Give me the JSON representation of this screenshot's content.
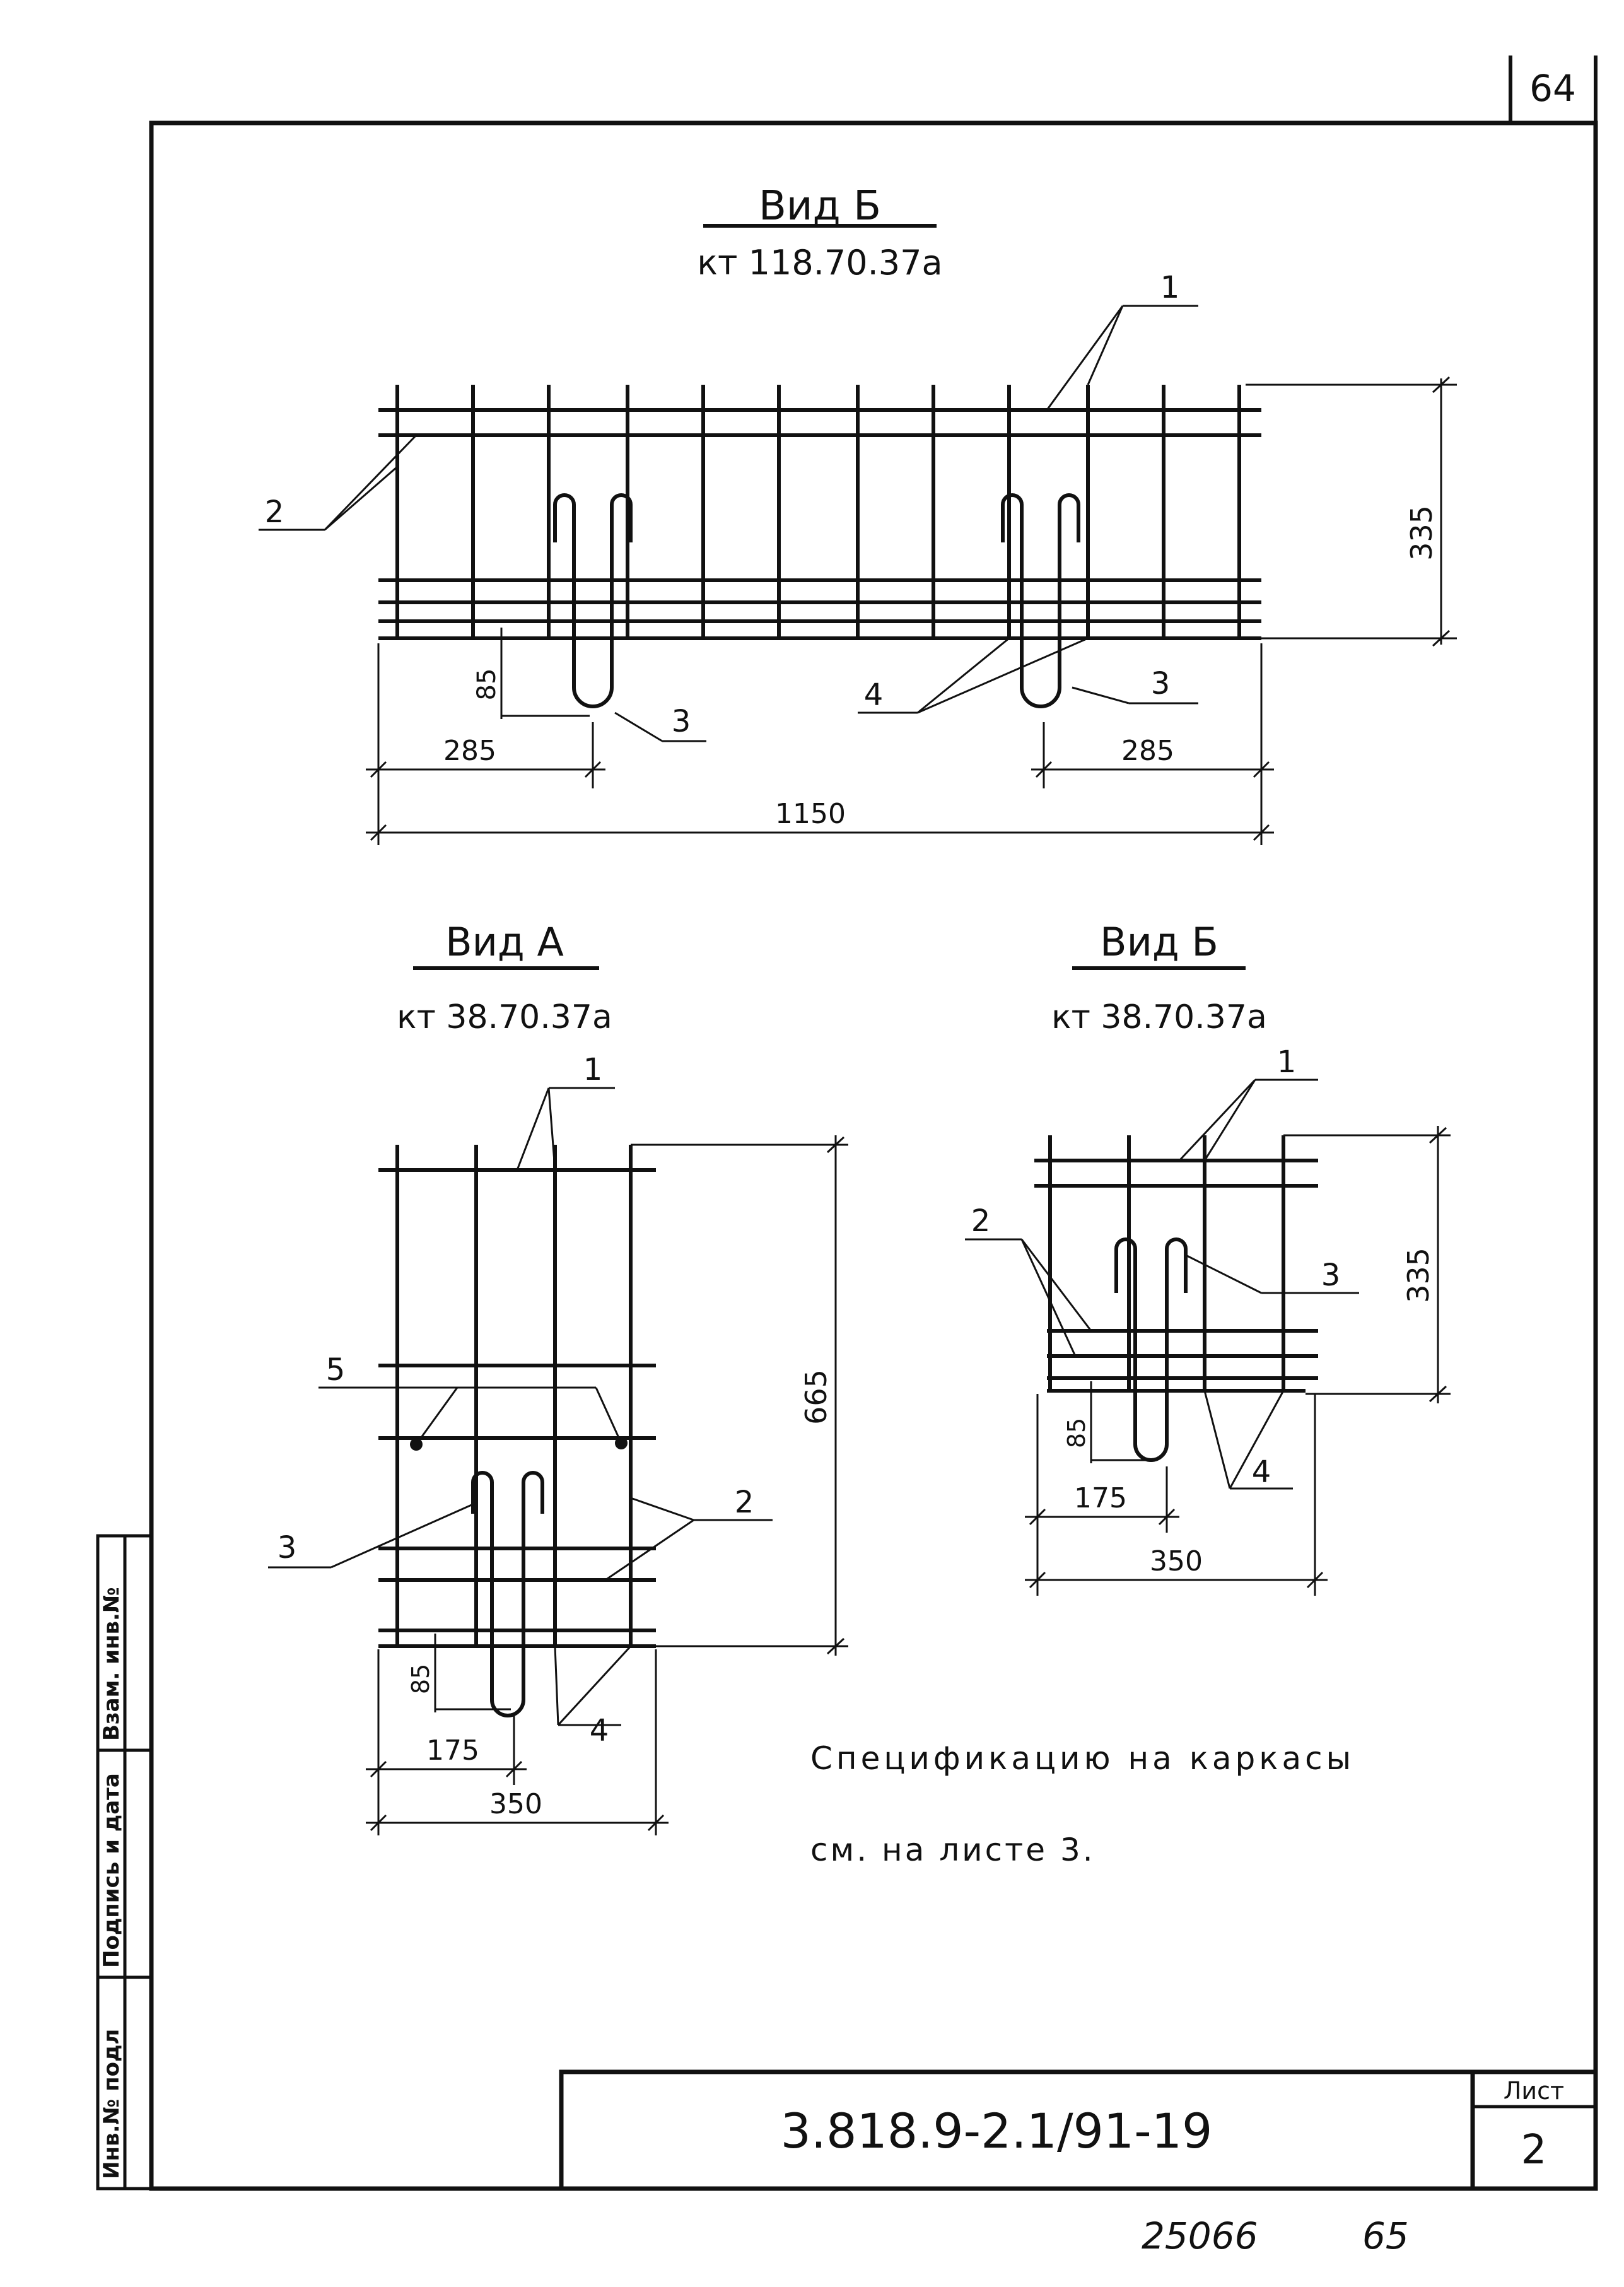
{
  "sheet": {
    "page_number": "64",
    "designation": "3.818.9-2.1/91-19",
    "sheet_label": "Лист",
    "sheet_number": "2",
    "archive_number": "25066",
    "archive_page": "65",
    "side_stamp": [
      "Инв.№ подл",
      "Подпись и дата",
      "Взам. инв.№"
    ]
  },
  "view_top": {
    "title": "Вид Б",
    "subtitle": "кт 118.70.37а",
    "dims": [
      "335",
      "85",
      "285",
      "285",
      "1150"
    ],
    "callouts": [
      "1",
      "2",
      "3",
      "3",
      "4"
    ]
  },
  "view_a": {
    "title": "Вид А",
    "subtitle": "кт 38.70.37а",
    "dims": [
      "665",
      "85",
      "175",
      "350"
    ],
    "callouts": [
      "1",
      "5",
      "2",
      "3",
      "4"
    ]
  },
  "view_b": {
    "title": "Вид Б",
    "subtitle": "кт 38.70.37а",
    "dims": [
      "335",
      "85",
      "175",
      "350"
    ],
    "callouts": [
      "1",
      "2",
      "3",
      "4"
    ]
  },
  "note": {
    "line1": "Спецификацию на каркасы",
    "line2": "см. на листе 3."
  }
}
